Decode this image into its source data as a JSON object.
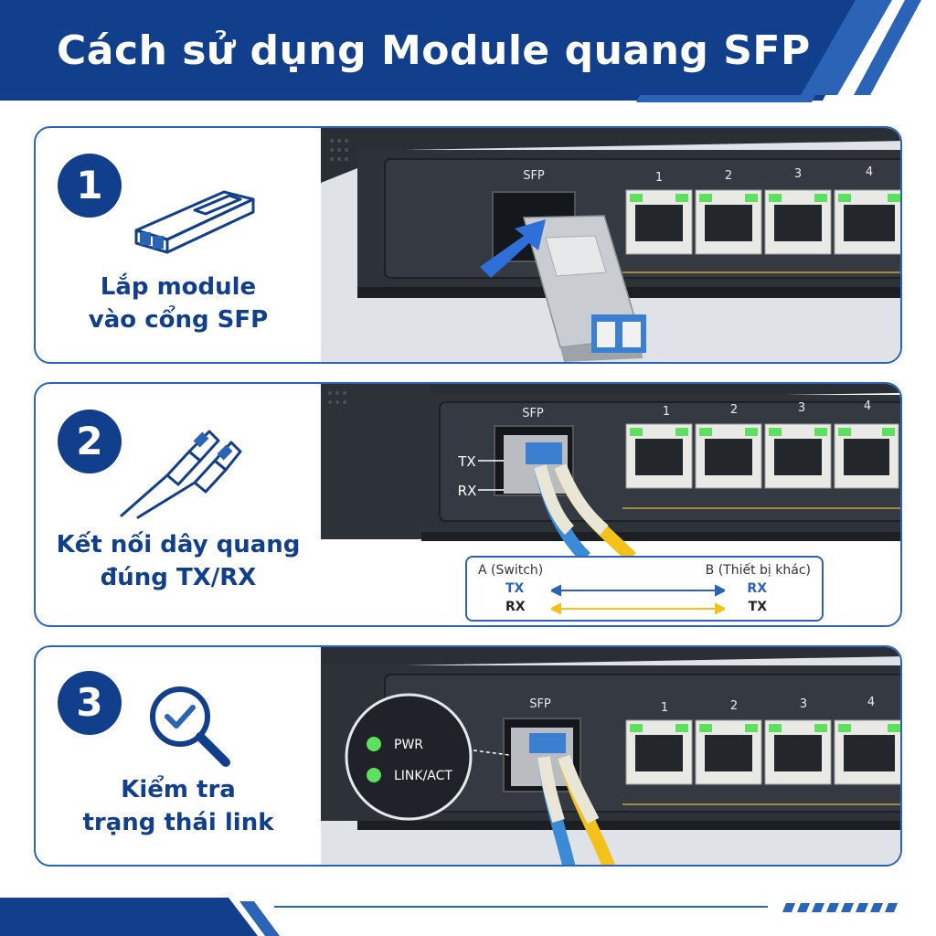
{
  "title": "Cách sử dụng Module quang SFP",
  "colors": {
    "navy": "#123f8c",
    "blue": "#2b63b6",
    "led_green": "#5de05d",
    "fiber_blue": "#3a8ad6",
    "fiber_yellow": "#f2c21b"
  },
  "steps": [
    {
      "number": "1",
      "label_lines": [
        "Lắp module",
        "vào cổng SFP"
      ],
      "icon": "sfp-module-icon",
      "photo": {
        "sfp_label": "SFP",
        "ports": [
          "1",
          "2",
          "3",
          "4"
        ]
      }
    },
    {
      "number": "2",
      "label_lines": [
        "Kết nối dây quang",
        "đúng TX/RX"
      ],
      "icon": "fiber-cable-icon",
      "photo": {
        "sfp_label": "SFP",
        "ports": [
          "1",
          "2",
          "3",
          "4"
        ],
        "tx": "TX",
        "rx": "RX"
      },
      "mapping": {
        "left_header": "A (Switch)",
        "right_header": "B (Thiết bị khác)",
        "row1": {
          "left": "TX",
          "right": "RX"
        },
        "row2": {
          "left": "RX",
          "right": "TX"
        }
      }
    },
    {
      "number": "3",
      "label_lines": [
        "Kiểm tra",
        "trạng thái link"
      ],
      "icon": "magnifier-check-icon",
      "photo": {
        "sfp_label": "SFP",
        "ports": [
          "1",
          "2",
          "3",
          "4"
        ],
        "pwr": "PWR",
        "link": "LINK/ACT"
      }
    }
  ]
}
